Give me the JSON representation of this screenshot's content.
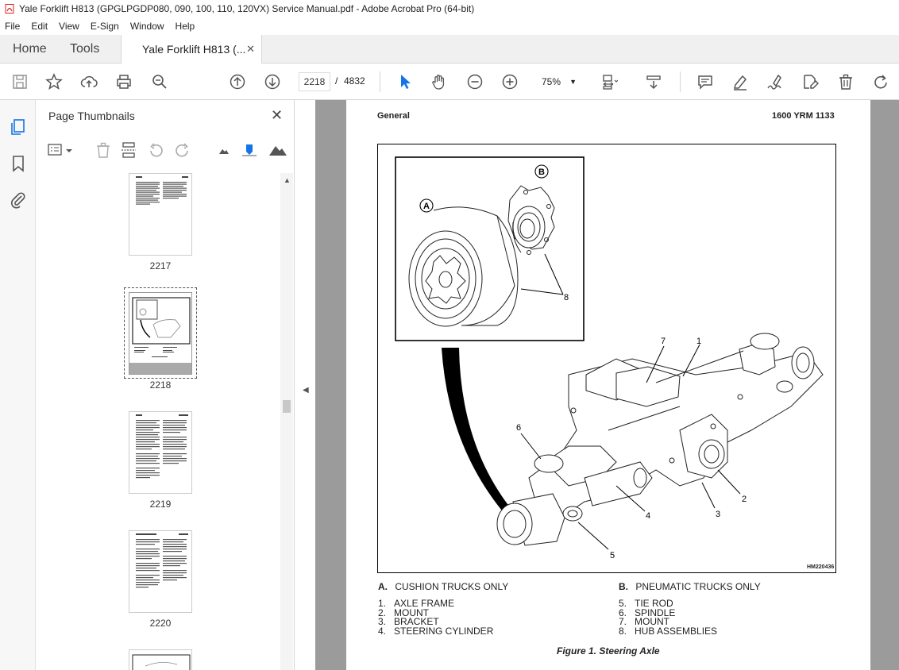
{
  "window": {
    "title": "Yale Forklift H813 (GPGLPGDP080, 090, 100, 110, 120VX) Service Manual.pdf - Adobe Acrobat Pro (64-bit)"
  },
  "menu": [
    "File",
    "Edit",
    "View",
    "E-Sign",
    "Window",
    "Help"
  ],
  "tabs": {
    "home": "Home",
    "tools": "Tools",
    "doc": "Yale Forklift H813 (..."
  },
  "toolbar": {
    "page_current": "2218",
    "page_sep": "/",
    "page_total": "4832",
    "zoom": "75%"
  },
  "panel": {
    "title": "Page Thumbnails",
    "thumbnails": [
      {
        "label": "2217"
      },
      {
        "label": "2218",
        "selected": true
      },
      {
        "label": "2219"
      },
      {
        "label": "2220"
      }
    ]
  },
  "page": {
    "header_left": "General",
    "header_right": "1600 YRM 1133",
    "figure_id": "HM220436",
    "callouts": {
      "A": "A",
      "B": "B",
      "n1": "1",
      "n2": "2",
      "n3": "3",
      "n4": "4",
      "n5": "5",
      "n6": "6",
      "n7": "7",
      "n8": "8"
    },
    "legend_a": {
      "key": "A.",
      "text": "CUSHION TRUCKS ONLY"
    },
    "legend_b": {
      "key": "B.",
      "text": "PNEUMATIC TRUCKS ONLY"
    },
    "items_left": [
      {
        "n": "1.",
        "text": "AXLE FRAME"
      },
      {
        "n": "2.",
        "text": "MOUNT"
      },
      {
        "n": "3.",
        "text": "BRACKET"
      },
      {
        "n": "4.",
        "text": "STEERING CYLINDER"
      }
    ],
    "items_right": [
      {
        "n": "5.",
        "text": "TIE ROD"
      },
      {
        "n": "6.",
        "text": "SPINDLE"
      },
      {
        "n": "7.",
        "text": "MOUNT"
      },
      {
        "n": "8.",
        "text": "HUB ASSEMBLIES"
      }
    ],
    "caption": "Figure 1.  Steering Axle"
  },
  "colors": {
    "accent": "#1473e6",
    "pdf_red": "#e02020",
    "doc_bg": "#9b9b9b"
  }
}
